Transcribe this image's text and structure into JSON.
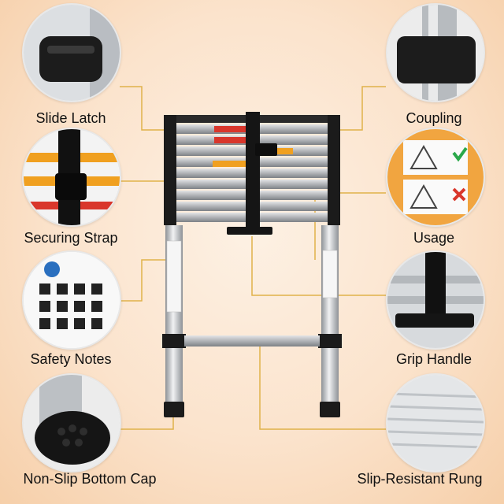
{
  "labels": {
    "slide_latch": "Slide Latch",
    "coupling": "Coupling",
    "securing_strap": "Securing Strap",
    "usage": "Usage",
    "safety_notes": "Safety Notes",
    "grip_handle": "Grip Handle",
    "bottom_cap": "Non-Slip Bottom Cap",
    "rung": "Slip-Resistant Rung"
  },
  "colors": {
    "background": "#fbe3cc",
    "leader_line": "#e0b24a",
    "aluminum": "#c9ccd0",
    "black_part": "#1b1b1b"
  }
}
